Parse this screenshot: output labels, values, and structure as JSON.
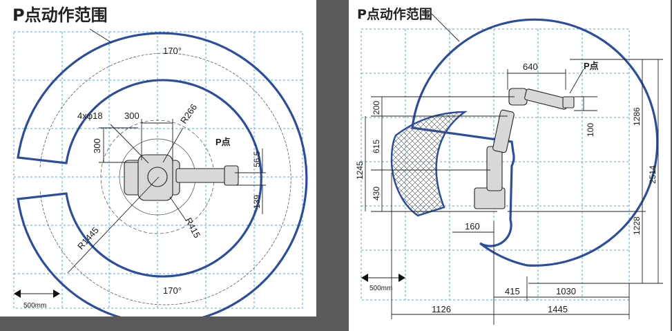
{
  "top_view": {
    "title": "P点动作范围",
    "labels": {
      "angle_top": "170°",
      "angle_bottom": "170°",
      "hole": "4xφ18",
      "base_width": "300",
      "base_height": "300",
      "radius_inner": "R266",
      "radius_mid": "R415",
      "radius_outer": "R1445",
      "p_point": "P点",
      "offset_565": "56.5",
      "offset_139": "139",
      "scale": "500mm"
    }
  },
  "side_view": {
    "title": "P点动作范围",
    "labels": {
      "p_point": "P点",
      "reach_640": "640",
      "dim_200": "200",
      "dim_615": "615",
      "dim_1245": "1245",
      "dim_430": "430",
      "dim_100": "100",
      "dim_160": "160",
      "dim_1286": "1286",
      "dim_2514": "2514",
      "dim_1228": "1228",
      "dim_415": "415",
      "dim_1030": "1030",
      "dim_1126": "1126",
      "dim_1445": "1445",
      "scale": "500mm"
    }
  }
}
